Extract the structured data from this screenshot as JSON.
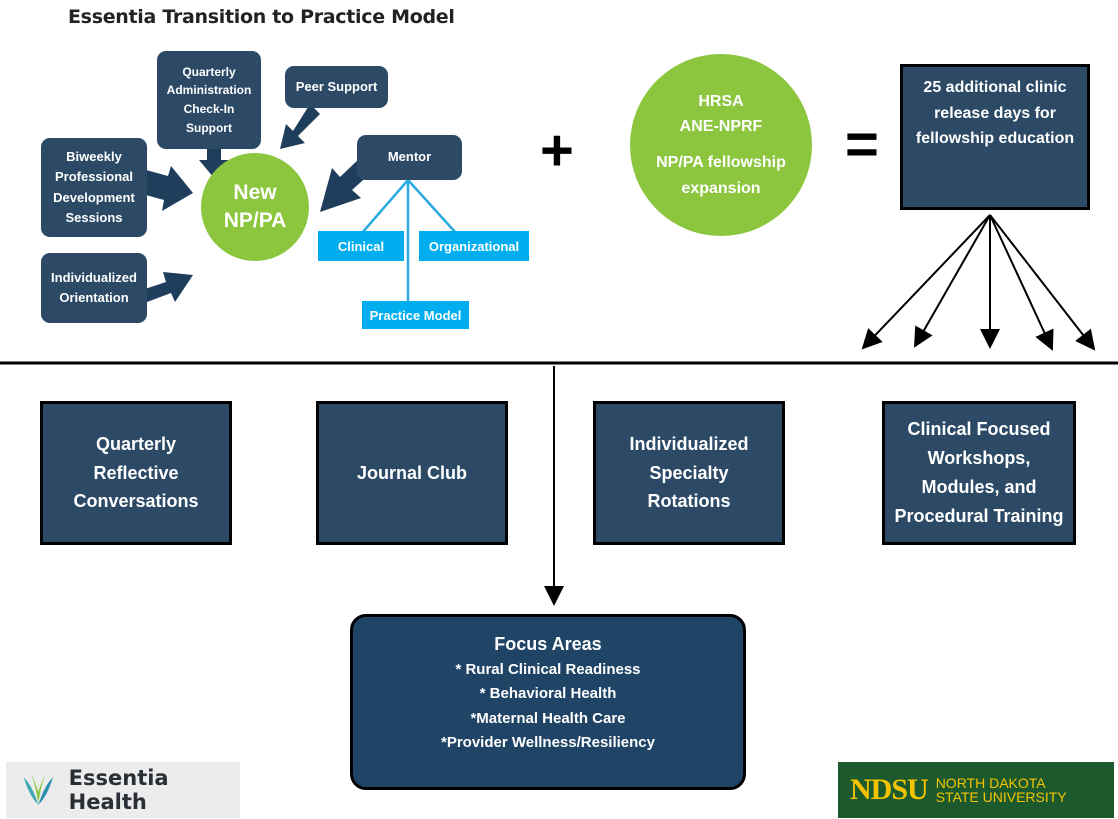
{
  "title": "Essentia Transition to Practice Model",
  "supports": {
    "quarterly": "Quarterly\nAdministration\nCheck-In\nSupport",
    "peer": "Peer Support",
    "biweekly": "Biweekly\nProfessional\nDevelopment\nSessions",
    "orientation": "Individualized\nOrientation",
    "mentor": "Mentor"
  },
  "center": {
    "line1": "New",
    "line2": "NP/PA"
  },
  "mentor_branches": {
    "clinical": "Clinical",
    "organizational": "Organizational",
    "practice": "Practice Model"
  },
  "plus": "+",
  "equals": "=",
  "hrsa": {
    "line1": "HRSA",
    "line2": "ANE-NPRF",
    "line3": "NP/PA fellowship",
    "line4": "expansion"
  },
  "release_days": "25 additional clinic\nrelease days for\nfellowship education",
  "components": [
    "Quarterly\nReflective\nConversations",
    "Journal Club",
    "Individualized\nSpecialty\nRotations",
    "Clinical Focused\nWorkshops,\nModules, and\nProcedural Training"
  ],
  "focus": {
    "heading": "Focus Areas",
    "items": [
      "* Rural Clinical Readiness",
      "* Behavioral Health",
      "*Maternal Health Care",
      "*Provider Wellness/Resiliency"
    ]
  },
  "logos": {
    "essentia": "Essentia Health",
    "ndsu_mark": "NDSU",
    "ndsu_line1": "NORTH DAKOTA",
    "ndsu_line2": "STATE UNIVERSITY"
  },
  "colors": {
    "navy": "#2c4a66",
    "green": "#8cc63f",
    "cyan": "#00aeef",
    "ndsu_green": "#1c5a2e",
    "ndsu_gold": "#f5c300"
  }
}
